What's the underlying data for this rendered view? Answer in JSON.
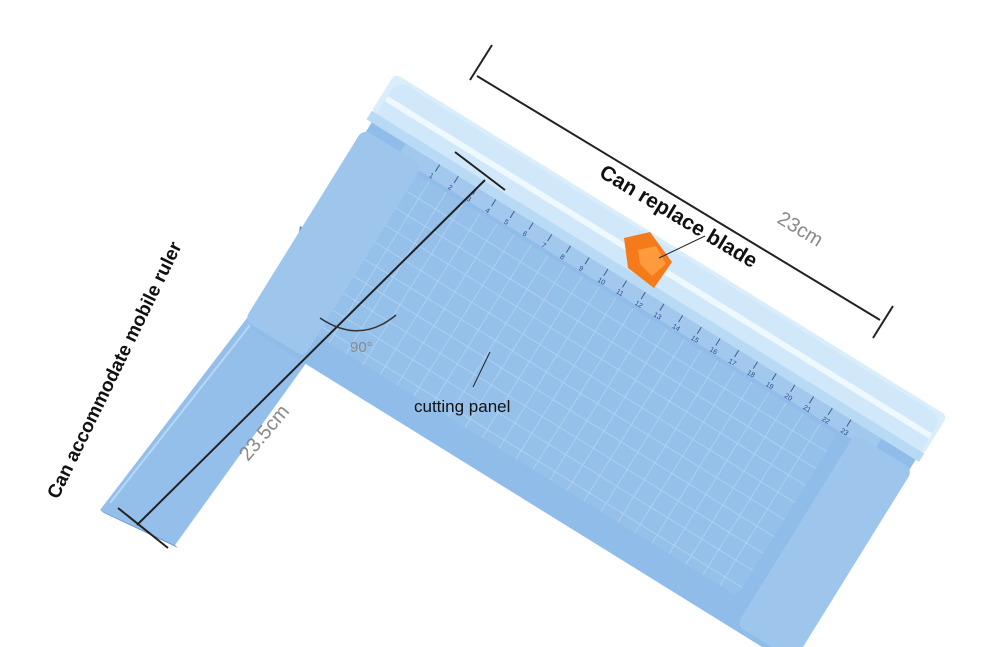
{
  "annotations": {
    "blade_label": "Can replace blade",
    "width_label": "23cm",
    "angle_label": "90°",
    "panel_label": "cutting panel",
    "arm_length_label": "23.5cm",
    "ruler_label": "Can accommodate mobile ruler"
  },
  "ruler": {
    "ticks": [
      "1",
      "2",
      "3",
      "4",
      "5",
      "6",
      "7",
      "8",
      "9",
      "10",
      "11",
      "12",
      "13",
      "14",
      "15",
      "16",
      "17",
      "18",
      "19",
      "20",
      "21",
      "22",
      "23"
    ]
  },
  "colors": {
    "body": "#8fbce9",
    "body_dark": "#6f9fd6",
    "grid": "#a9cdf0",
    "rail": "#d6ecfb",
    "blade": "#f47a1a",
    "arm": "#93bfea"
  }
}
